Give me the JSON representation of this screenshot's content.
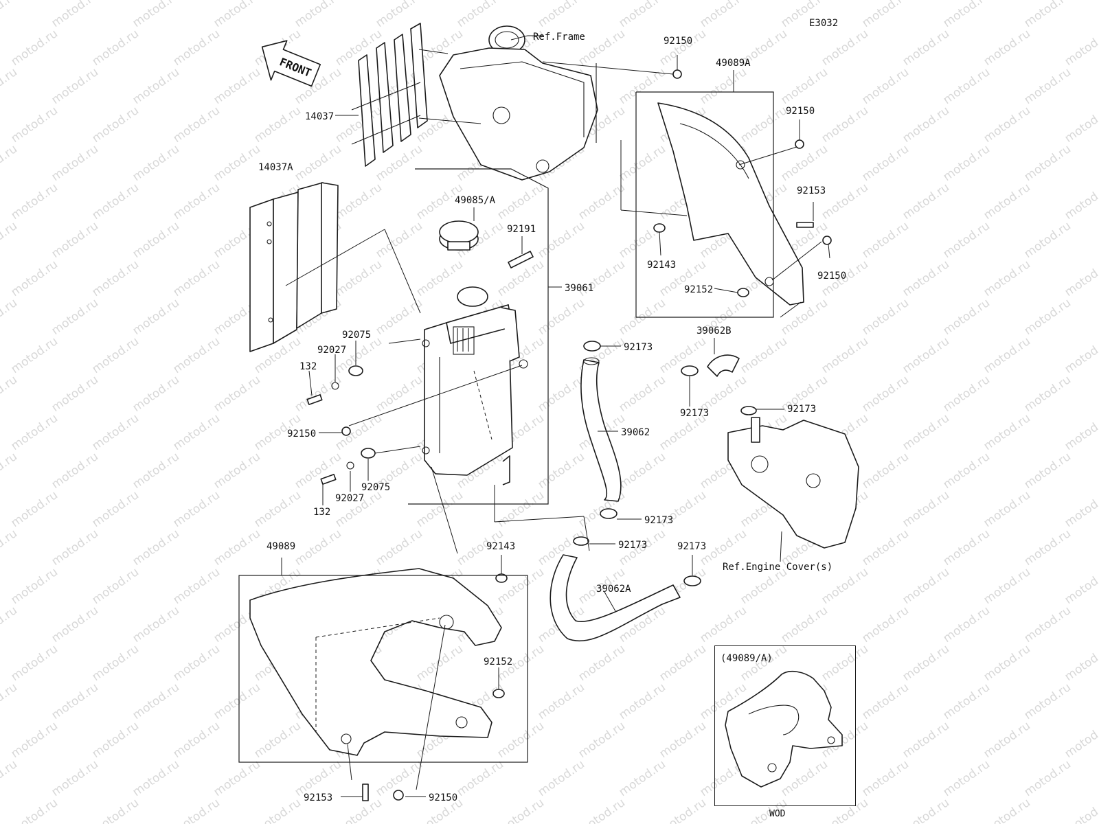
{
  "diagram_code": "E3032",
  "front_arrow_label": "FRONT",
  "watermark_text": "motod.ru",
  "inset": {
    "label": "(49089/A)",
    "sublabel": "WOD"
  },
  "references": {
    "frame": "Ref.Frame",
    "engine_cover": "Ref.Engine Cover(s)"
  },
  "callouts": {
    "c14037": "14037",
    "c14037A": "14037A",
    "c92150_top": "92150",
    "c49089A": "49089A",
    "c92150_right_upper": "92150",
    "c92153_right": "92153",
    "c92143_right": "92143",
    "c92150_right_lower": "92150",
    "c92152_right": "92152",
    "c49085A": "49085/A",
    "c92191": "92191",
    "c39061": "39061",
    "c92173_a": "92173",
    "c39062B": "39062B",
    "c92173_b": "92173",
    "c92173_c": "92173",
    "c92075_top": "92075",
    "c92027_top": "92027",
    "c132_top": "132",
    "c92150_left": "92150",
    "c39062": "39062",
    "c92027_bottom": "92027",
    "c92075_bottom": "92075",
    "c132_bottom": "132",
    "c92173_d": "92173",
    "c92173_e": "92173",
    "c92173_f": "92173",
    "c49089": "49089",
    "c92143_left": "92143",
    "c39062A": "39062A",
    "c92152_left": "92152",
    "c92153_bottom": "92153",
    "c92150_bottom": "92150"
  }
}
